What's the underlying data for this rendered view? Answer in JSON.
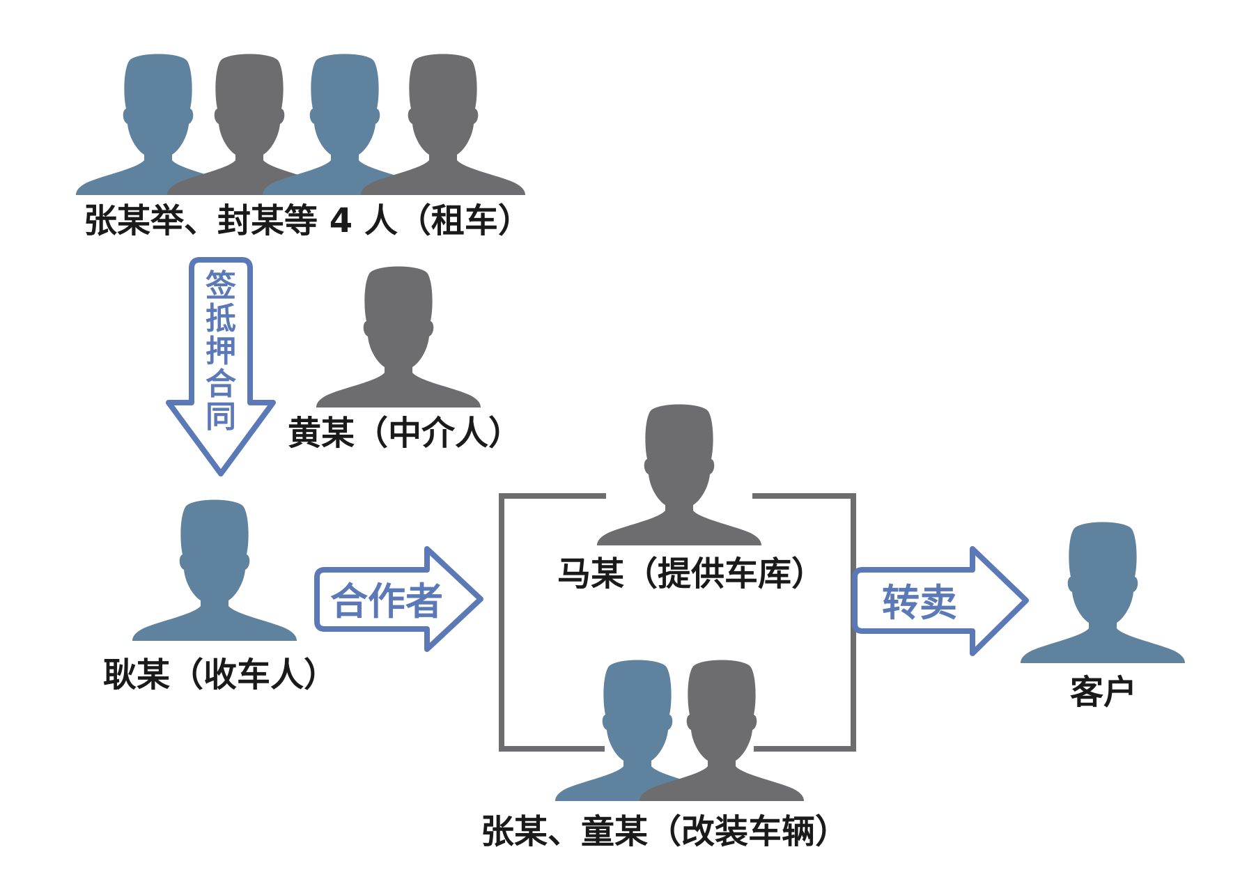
{
  "labels": {
    "renters": "张某举、封某等 4 人（租车）",
    "broker": "黄某（中介人）",
    "collector": "耿某（收车人）",
    "garage": "马某（提供车库）",
    "modifiers": "张某、童某（改装车辆）",
    "customer": "客户"
  },
  "arrows": {
    "pledge": [
      "签",
      "抵",
      "押",
      "合",
      "同"
    ],
    "partner": "合作者",
    "resell": "转卖"
  },
  "colors": {
    "blue_person": "#5f829e",
    "gray_person": "#6d6d70",
    "arrow_stroke": "#5b78b7",
    "bracket": "#6d6d70"
  }
}
